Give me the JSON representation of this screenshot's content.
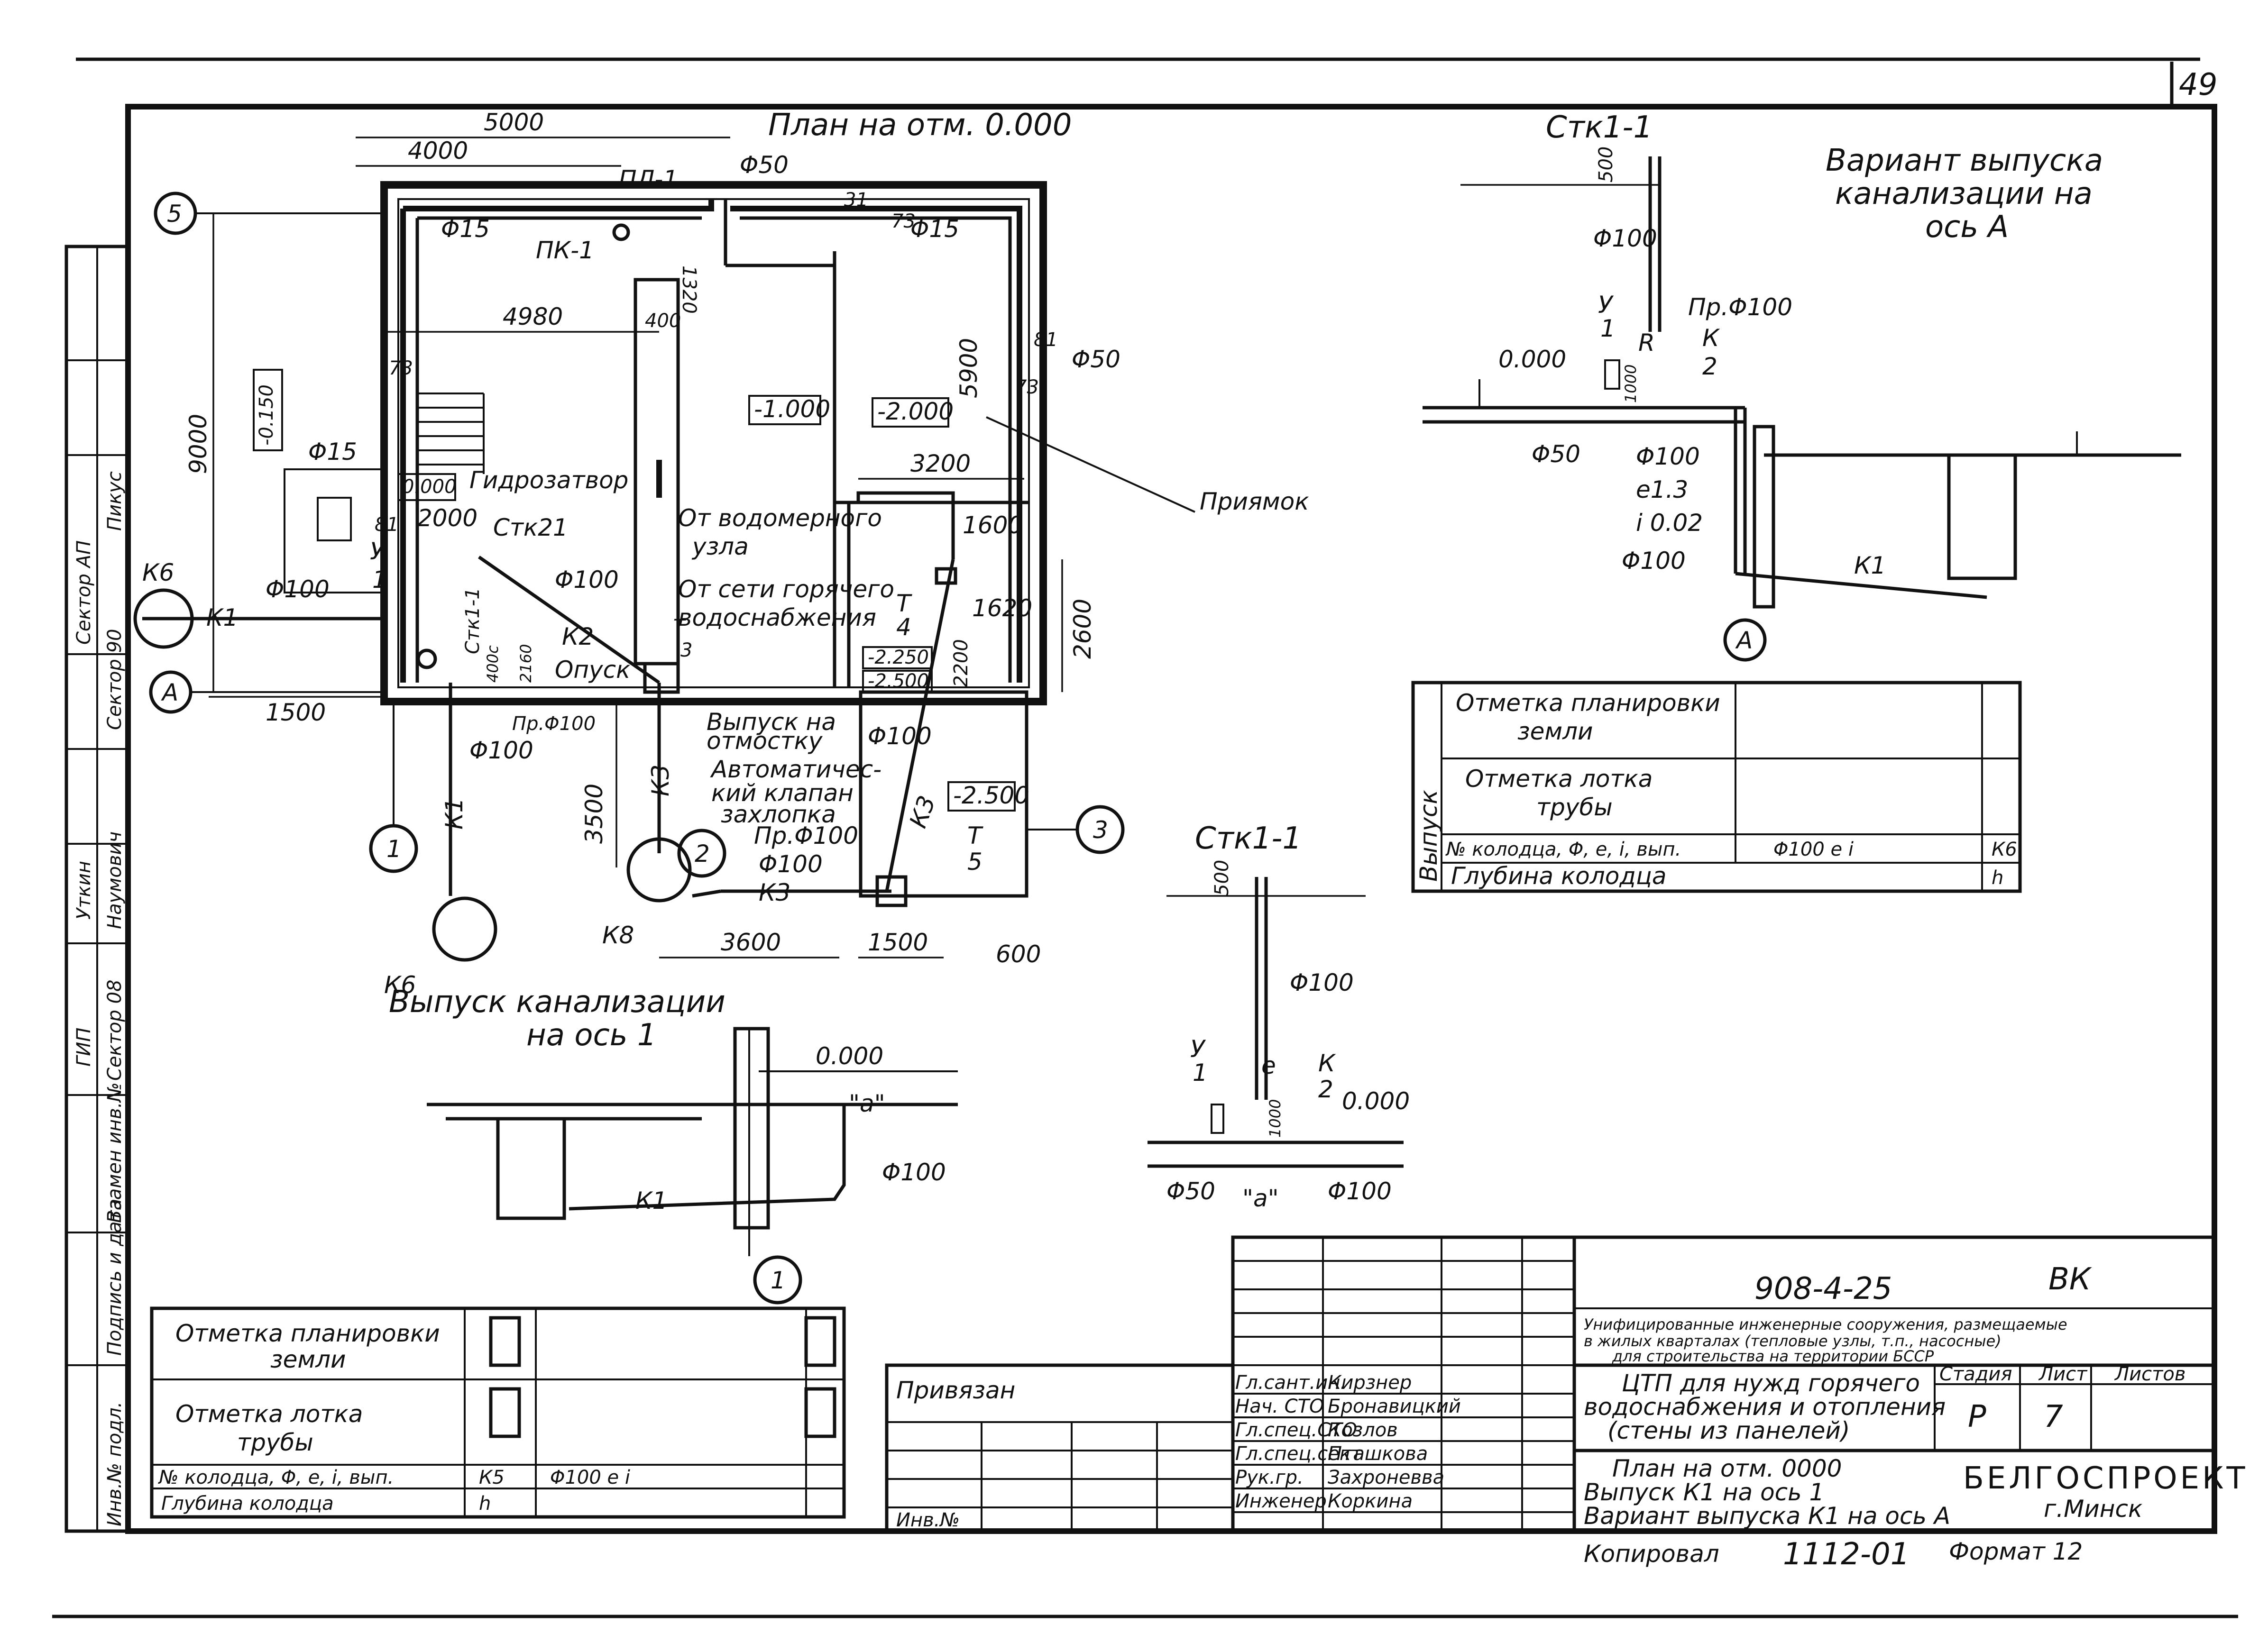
{
  "sheet_number": "49",
  "plan": {
    "title": "План на отм. 0.000",
    "dims": {
      "d5000": "5000",
      "d4000": "4000",
      "d4980": "4980",
      "d9000": "9000",
      "d1320": "1320",
      "d400": "400",
      "d5900": "5900",
      "d3200": "3200",
      "d1600": "1600",
      "d1620": "1620",
      "d2600": "2600",
      "d2200": "2200",
      "d1500a": "1500",
      "d3500": "3500",
      "d3600": "3600",
      "d1500b": "1500",
      "d600": "600",
      "d2000": "2000",
      "d400c": "400с",
      "d2160": "2160"
    },
    "labels": {
      "pl1": "ПЛ-1",
      "f50a": "Φ50",
      "f15a": "Φ15",
      "t31": "31",
      "t73a": "73",
      "f15b": "Φ15",
      "pk1": "ПК-1",
      "f15c": "Φ15",
      "t73b": "73",
      "t81a": "81",
      "t73c": "73",
      "t81b": "81",
      "f50b": "Φ50",
      "m0150": "-0.150",
      "m1000": "-1.000",
      "m2000": "-2.000",
      "z0000": "0.000",
      "gidro": "Гидрозатвор",
      "stk21": "Стк21",
      "f100a": "Φ100",
      "f100b": "Φ100",
      "k1a": "К1",
      "k2": "К2",
      "opusk": "Опуск",
      "stk11": "Стк1-1",
      "vodomer": "От водомерного",
      "vodomer2": "узла",
      "set": "От сети горячего",
      "set2": "водоснабжения",
      "t3": "3",
      "tT": "T",
      "tT4": "T",
      "t4": "4",
      "m2250": "-2.250",
      "m2500": "-2.500",
      "priyamok": "Приямок",
      "y1": "У",
      "y1b": "1",
      "prf100": "Пр.Φ100",
      "f100c": "Φ100",
      "k1b": "К1",
      "vypusk": "Выпуск на",
      "otmostku": "отмостку",
      "pr": "Пр.Φ100",
      "avto": "Автоматичес-",
      "avto2": "кий клапан",
      "avto3": "захлопка",
      "prf100b": "Пр.Φ100",
      "f100d": "Φ100",
      "f100e": "Φ100",
      "k3a": "К3",
      "k3b": "К3",
      "k3c": "К3",
      "m2500b": "-2.500",
      "t5T": "T",
      "t5": "5",
      "k6a": "К6",
      "k6b": "К6",
      "k8": "К8",
      "axis5": "5",
      "axisA": "А",
      "axis1": "1",
      "axis2": "2",
      "axis3": "3"
    }
  },
  "vypusk1": {
    "title1": "Выпуск канализации",
    "title2": "на ось 1",
    "z0000": "0.000",
    "a": "\"а\"",
    "f100": "Φ100",
    "k1": "К1",
    "axis": "1"
  },
  "stk11_top": {
    "title": "Стк1-1",
    "d500": "500",
    "f100": "Φ100",
    "y": "У",
    "y1": "1",
    "pr": "Пр.Φ100",
    "r": "R",
    "k": "К",
    "k2": "2",
    "d1000": "1000",
    "z0000": "0.000",
    "f50": "Φ50",
    "f100b": "Φ100",
    "e13": "е1.3",
    "i002": "i 0.02",
    "f100c": "Φ100",
    "k1": "К1",
    "axis": "А"
  },
  "variant": {
    "line1": "Вариант выпуска",
    "line2": "канализации на",
    "line3": "ось А"
  },
  "stk11_bottom": {
    "title": "Стк1-1",
    "d500": "500",
    "f100": "Φ100",
    "y": "У",
    "y1": "1",
    "k": "К",
    "k2": "2",
    "d1000": "1000",
    "z0000": "0.000",
    "e": "е",
    "f50": "Φ50",
    "a": "\"а\"",
    "f100b": "Φ100"
  },
  "table_right": {
    "side": "Выпуск",
    "r1": "Отметка планировки",
    "r1b": "земли",
    "r2": "Отметка лотка",
    "r2b": "трубы",
    "r3": "№ колодца, Φ, е, i, вып.",
    "r3v": "Φ100  е    i",
    "r3k": "К6",
    "r4": "Глубина колодца",
    "r4k": "h"
  },
  "table_left": {
    "r1": "Отметка планировки",
    "r1b": "земли",
    "r2": "Отметка лотка",
    "r2b": "трубы",
    "r3": "№ колодца, Φ, е, i, вып.",
    "r3k": "К5",
    "r3v": "Φ100    е     i",
    "r4": "Глубина колодца",
    "r4k": "h"
  },
  "side_stamp": {
    "items": [
      "ГИП",
      "Сектор 08",
      "Уткин",
      "Наумович",
      "Сектор 90",
      "Сектор АП",
      "Пикус",
      "Взамен инв.№",
      "Подпись и дата",
      "Инв.№ подл."
    ]
  },
  "title_block": {
    "code": "908-4-25",
    "mark": "ВК",
    "desc1": "Унифицированные инженерные сооружения, размещаемые",
    "desc2": "в жилых кварталах (тепловые узлы, т.п., насосные)",
    "desc3": "для строительства на территории БССР",
    "privyazan": "Привязан",
    "inv": "Инв.№",
    "roles": [
      {
        "role": "Гл.сант.ин.",
        "name": "Кирзнер"
      },
      {
        "role": "Нач. СТО",
        "name": "Бронавицкий"
      },
      {
        "role": "Гл.спец.СТО",
        "name": "Козлов"
      },
      {
        "role": "Гл.спец.сект",
        "name": "Пташкова"
      },
      {
        "role": "Рук.гр.",
        "name": "Захроневва"
      },
      {
        "role": "Инженер",
        "name": "Коркина"
      }
    ],
    "work1": "ЦТП для нужд горячего",
    "work2": "водоснабжения и отопления",
    "work3": "(стены из панелей)",
    "sheet1": "План на отм. 0000",
    "sheet2": "Выпуск К1 на ось 1",
    "sheet3": "Вариант выпуска К1 на ось А",
    "stage_h": "Стадия",
    "list_h": "Лист",
    "lists_h": "Листов",
    "stage": "Р",
    "list": "7",
    "org": "БЕЛГОСПРОЕКТ",
    "city": "г.Минск",
    "copied": "Копировал",
    "copied_num": "1112-01",
    "format": "Формат 12"
  }
}
